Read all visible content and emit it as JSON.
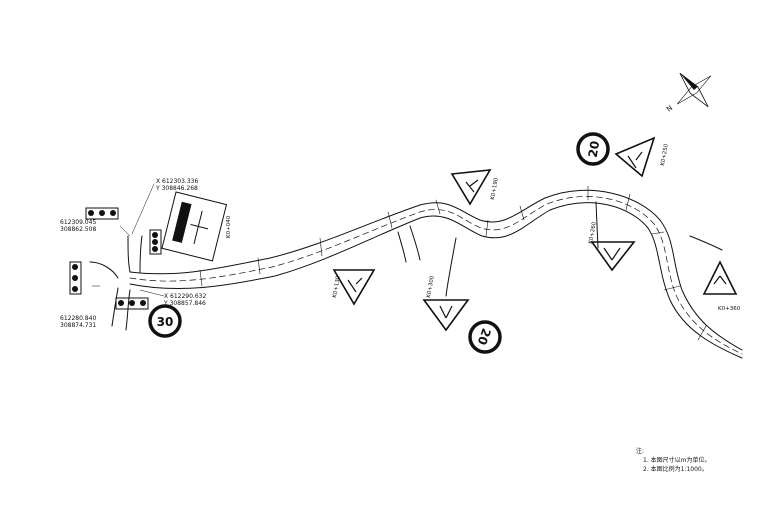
{
  "colors": {
    "ink": "#111111",
    "background": "#ffffff"
  },
  "compass": {
    "icon": "north-arrow-icon",
    "label": "N"
  },
  "coordinates": [
    {
      "x": "X 612303.336",
      "y": "Y 308846.268"
    },
    {
      "x": "612309.045",
      "y": "308862.508"
    },
    {
      "x": "X 612290.632",
      "y": "Y 308857.846"
    },
    {
      "x": "612280.840",
      "y": "308874.731"
    }
  ],
  "stations": [
    "K0+040",
    "K0+130",
    "K0+190",
    "K0+250",
    "K0+260",
    "K0+300",
    "K0+360"
  ],
  "speed_limits": [
    "30",
    "20",
    "20"
  ],
  "notes": {
    "heading": "注:",
    "items": [
      "1. 本图尺寸以m为单位。",
      "2. 本图比例为1:1000。"
    ]
  }
}
